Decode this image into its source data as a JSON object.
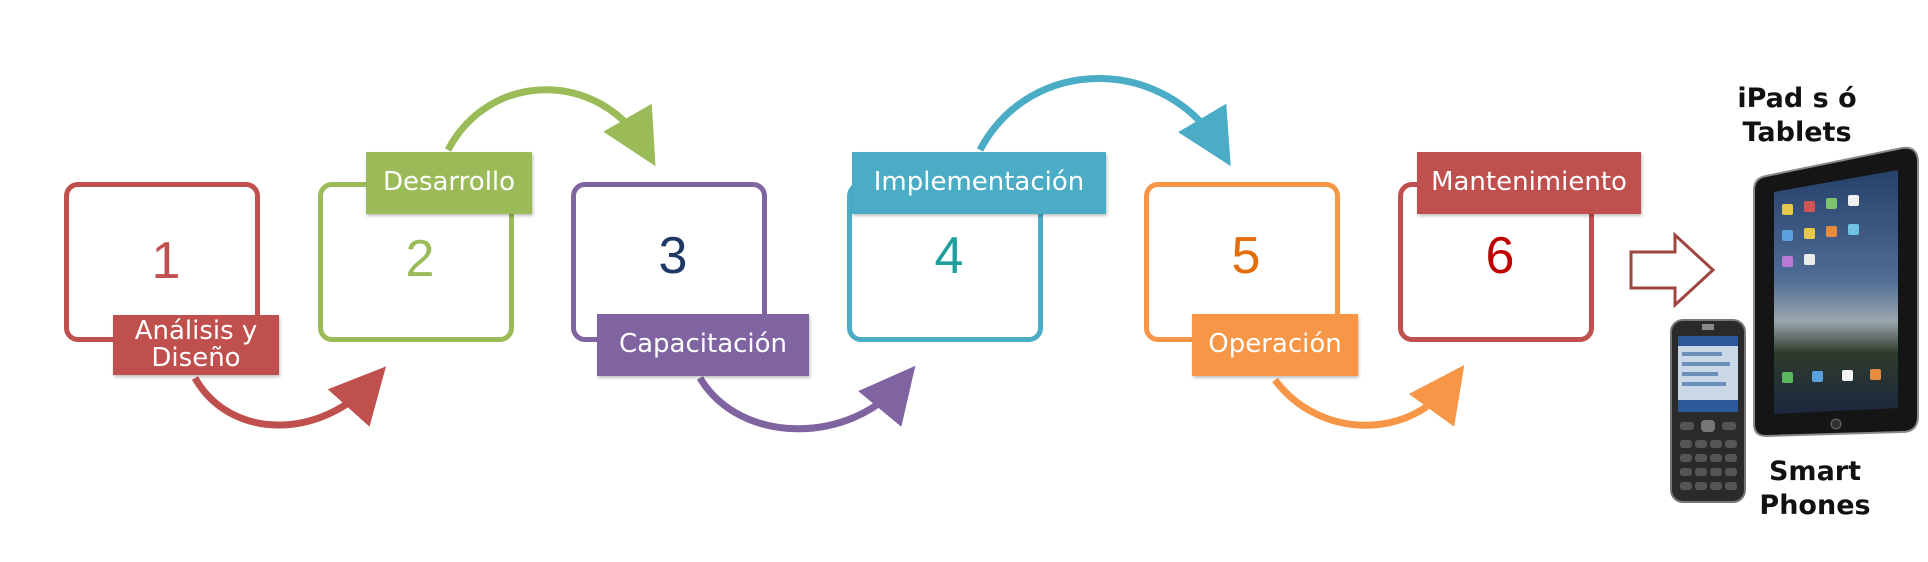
{
  "steps": [
    {
      "number": "1",
      "label": "Análisis y Diseño",
      "color": "#c0504d"
    },
    {
      "number": "2",
      "label": "Desarrollo",
      "color": "#9bbb59"
    },
    {
      "number": "3",
      "label": "Capacitación",
      "color": "#8064a2"
    },
    {
      "number": "4",
      "label": "Implementación",
      "color": "#4bacc6"
    },
    {
      "number": "5",
      "label": "Operación",
      "color": "#f79646"
    },
    {
      "number": "6",
      "label": "Mantenimiento",
      "color": "#c0504d"
    }
  ],
  "number_colors": [
    "#c0504d",
    "#9bbb59",
    "#1f3864",
    "#1f9e9e",
    "#e46c0a",
    "#c00000"
  ],
  "devices": {
    "tablet_caption": "iPad  s ó\nTablets",
    "phone_caption": "Smart\nPhones"
  }
}
